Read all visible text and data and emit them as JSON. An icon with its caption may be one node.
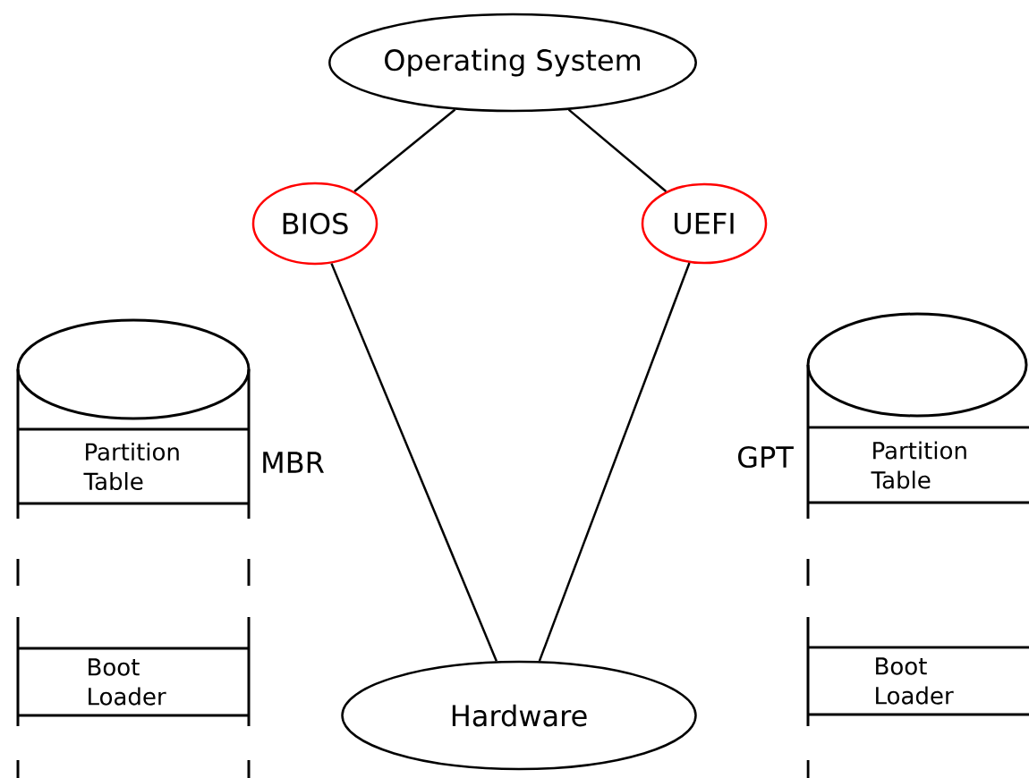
{
  "diagram": {
    "nodes": [
      {
        "text": [
          "Operating System"
        ]
      },
      {
        "text": [
          "BIOS"
        ]
      },
      {
        "text": [
          "UEFI"
        ]
      },
      {
        "text": [
          "Hardware"
        ]
      },
      {
        "text": [],
        "shape": "cylinder",
        "beside": [
          "MBR"
        ]
      },
      {
        "text": [
          "Partition Table"
        ],
        "in": 4
      },
      {
        "text": [
          "Boot Loader"
        ],
        "in": 4
      },
      {
        "text": [],
        "shape": "cylinder",
        "beside": [
          "GPT"
        ]
      },
      {
        "text": [
          "Partition Table"
        ],
        "in": 7
      },
      {
        "text": [
          "Boot Loader"
        ],
        "in": 7
      }
    ],
    "edges": [
      {
        "from": 0,
        "to": 1,
        "arrow": "none"
      },
      {
        "from": 0,
        "to": 2,
        "arrow": "none"
      },
      {
        "from": 1,
        "to": 3,
        "arrow": "none"
      },
      {
        "from": 2,
        "to": 3,
        "arrow": "none"
      }
    ]
  }
}
